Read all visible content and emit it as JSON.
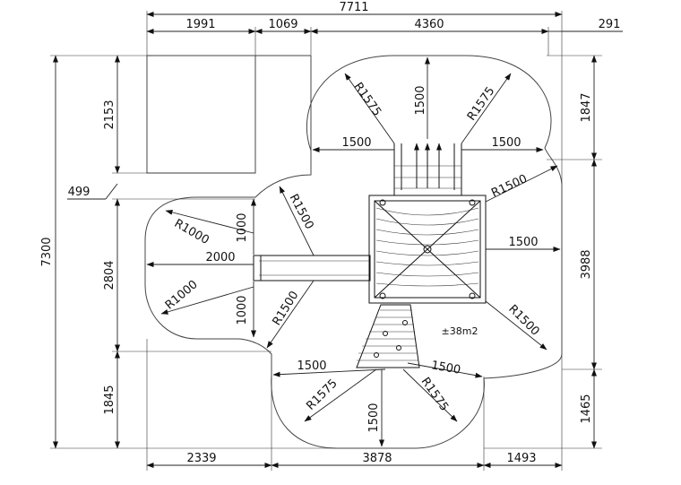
{
  "dimensions": {
    "overall_width": "7711",
    "top_segment_1": "1991",
    "top_segment_2": "1069",
    "top_segment_3": "4360",
    "top_right_offset": "291",
    "left_height_total": "7300",
    "left_segment_1": "2153",
    "left_segment_2": "2804",
    "left_segment_3": "1845",
    "left_offset": "499",
    "right_segment_1": "1847",
    "right_segment_2": "3988",
    "right_segment_3": "1465",
    "bottom_segment_1": "2339",
    "bottom_segment_2": "3878",
    "bottom_segment_3": "1493"
  },
  "internal_labels": {
    "top_radius_left": "R1575",
    "top_radius_right": "R1575",
    "top_depth": "1500",
    "top_left_clear": "1500",
    "top_right_clear": "1500",
    "tower_radius_top": "R1500",
    "tower_right_clear": "1500",
    "tower_radius_bottom": "R1500",
    "left_radius_top": "R1000",
    "left_radius_bottom": "R1000",
    "slide_clear": "2000",
    "slide_upper_clear": "1000",
    "slide_lower_clear": "1000",
    "slide_radius_upper": "R1500",
    "slide_radius_lower": "R1500",
    "bottom_left_clear": "1500",
    "bottom_right_clear": "1500",
    "bottom_radius_left": "R1575",
    "bottom_radius_right": "R1575",
    "bottom_depth": "1500",
    "area": "±38m2"
  }
}
